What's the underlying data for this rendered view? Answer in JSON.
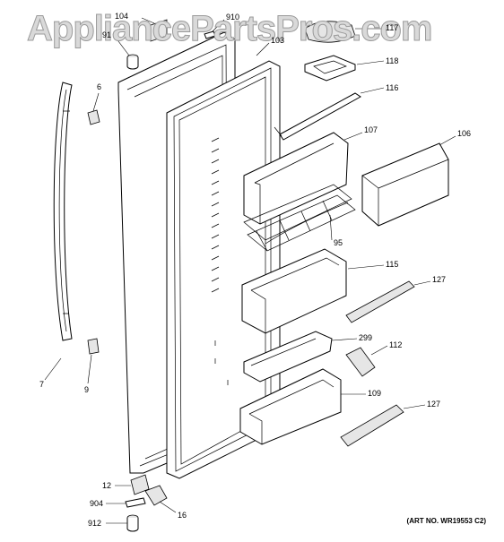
{
  "watermark": "AppliancePartsPros.com",
  "art_number": "(ART NO. WR19553 C2)",
  "callouts": {
    "c104": "104",
    "c910": "910",
    "c91": "91",
    "c103": "103",
    "c117": "117",
    "c118": "118",
    "c116": "116",
    "c6": "6",
    "c107": "107",
    "c106": "106",
    "c95": "95",
    "c115": "115",
    "c127a": "127",
    "c299": "299",
    "c112": "112",
    "c7": "7",
    "c9": "9",
    "c109": "109",
    "c127b": "127",
    "c12": "12",
    "c904": "904",
    "c16": "16",
    "c912": "912"
  }
}
